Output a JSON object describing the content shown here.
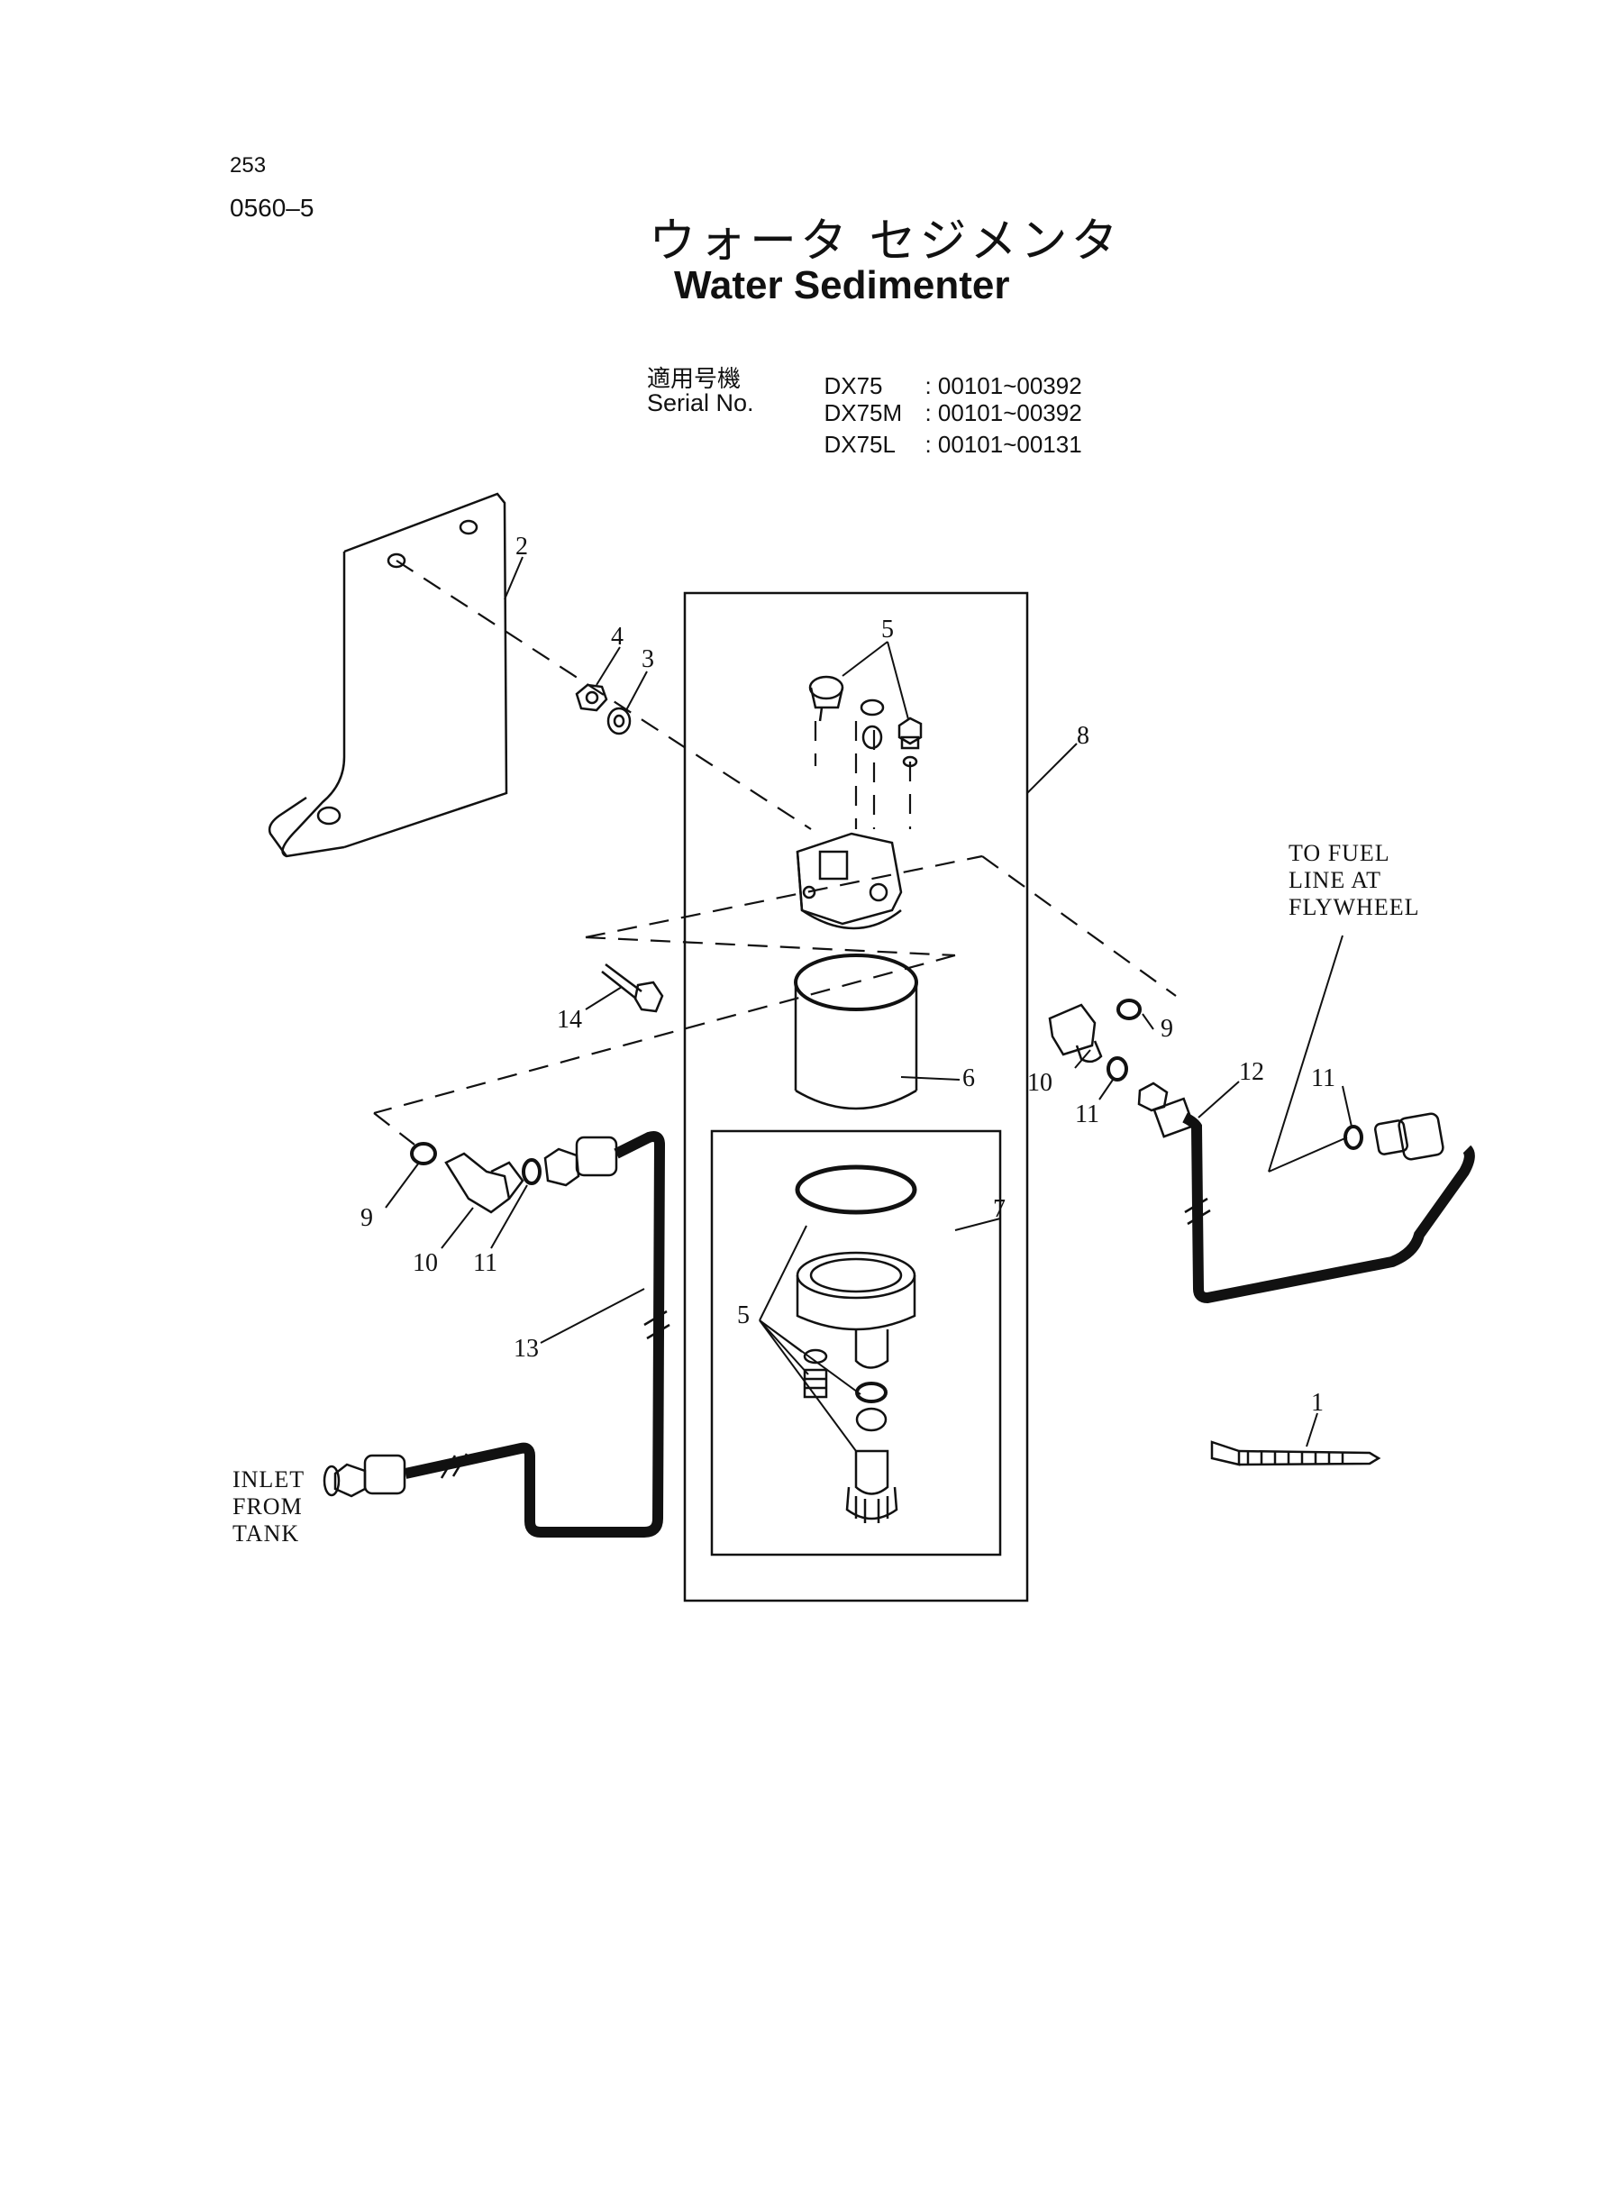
{
  "header": {
    "page_number": "253",
    "drawing_code": "0560–5",
    "title_japanese": "ウォータ セジメンタ",
    "title_english": "Water Sedimenter",
    "serial_label_japanese": "適用号機",
    "serial_label_english": "Serial No.",
    "serial_ranges": [
      {
        "model": "DX75",
        "range": ": 00101~00392"
      },
      {
        "model": "DX75M",
        "range": ": 00101~00392"
      },
      {
        "model": "DX75L",
        "range": ": 00101~00131"
      }
    ]
  },
  "callouts": {
    "c1": "1",
    "c2": "2",
    "c3": "3",
    "c4": "4",
    "c5_top": "5",
    "c5_bowl": "5",
    "c6": "6",
    "c7": "7",
    "c8": "8",
    "c9_left": "9",
    "c9_right": "9",
    "c10_left": "10",
    "c10_right": "10",
    "c11_left": "11",
    "c11_mid": "11",
    "c11_right": "11",
    "c12": "12",
    "c13": "13",
    "c14": "14"
  },
  "notes": {
    "fuel_line": [
      "TO FUEL",
      "LINE AT",
      "FLYWHEEL"
    ],
    "inlet": [
      "INLET",
      "FROM",
      "TANK"
    ]
  }
}
